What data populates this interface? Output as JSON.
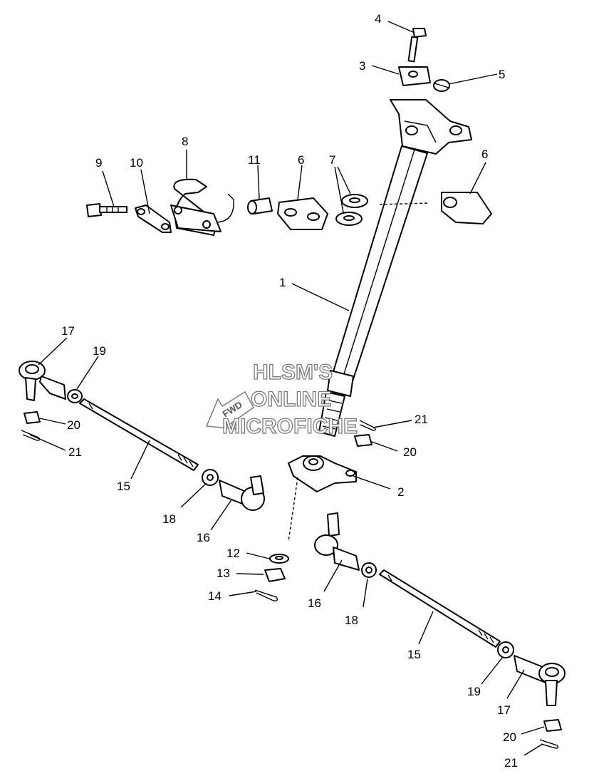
{
  "labels": {
    "l1": "1",
    "l2": "2",
    "l3": "3",
    "l4": "4",
    "l5": "5",
    "l6a": "6",
    "l6b": "6",
    "l7": "7",
    "l8": "8",
    "l9": "9",
    "l10": "10",
    "l11": "11",
    "l12": "12",
    "l13": "13",
    "l14": "14",
    "l15a": "15",
    "l15b": "15",
    "l16a": "16",
    "l16b": "16",
    "l17a": "17",
    "l17b": "17",
    "l18a": "18",
    "l18b": "18",
    "l19a": "19",
    "l19b": "19",
    "l20a": "20",
    "l20b": "20",
    "l20c": "20",
    "l21a": "21",
    "l21b": "21",
    "l21c": "21"
  },
  "watermark": {
    "line1": "HLSM'S",
    "line2": "ONLINE",
    "line3": "MICROFICHE"
  },
  "fwd_arrow": "FWD"
}
